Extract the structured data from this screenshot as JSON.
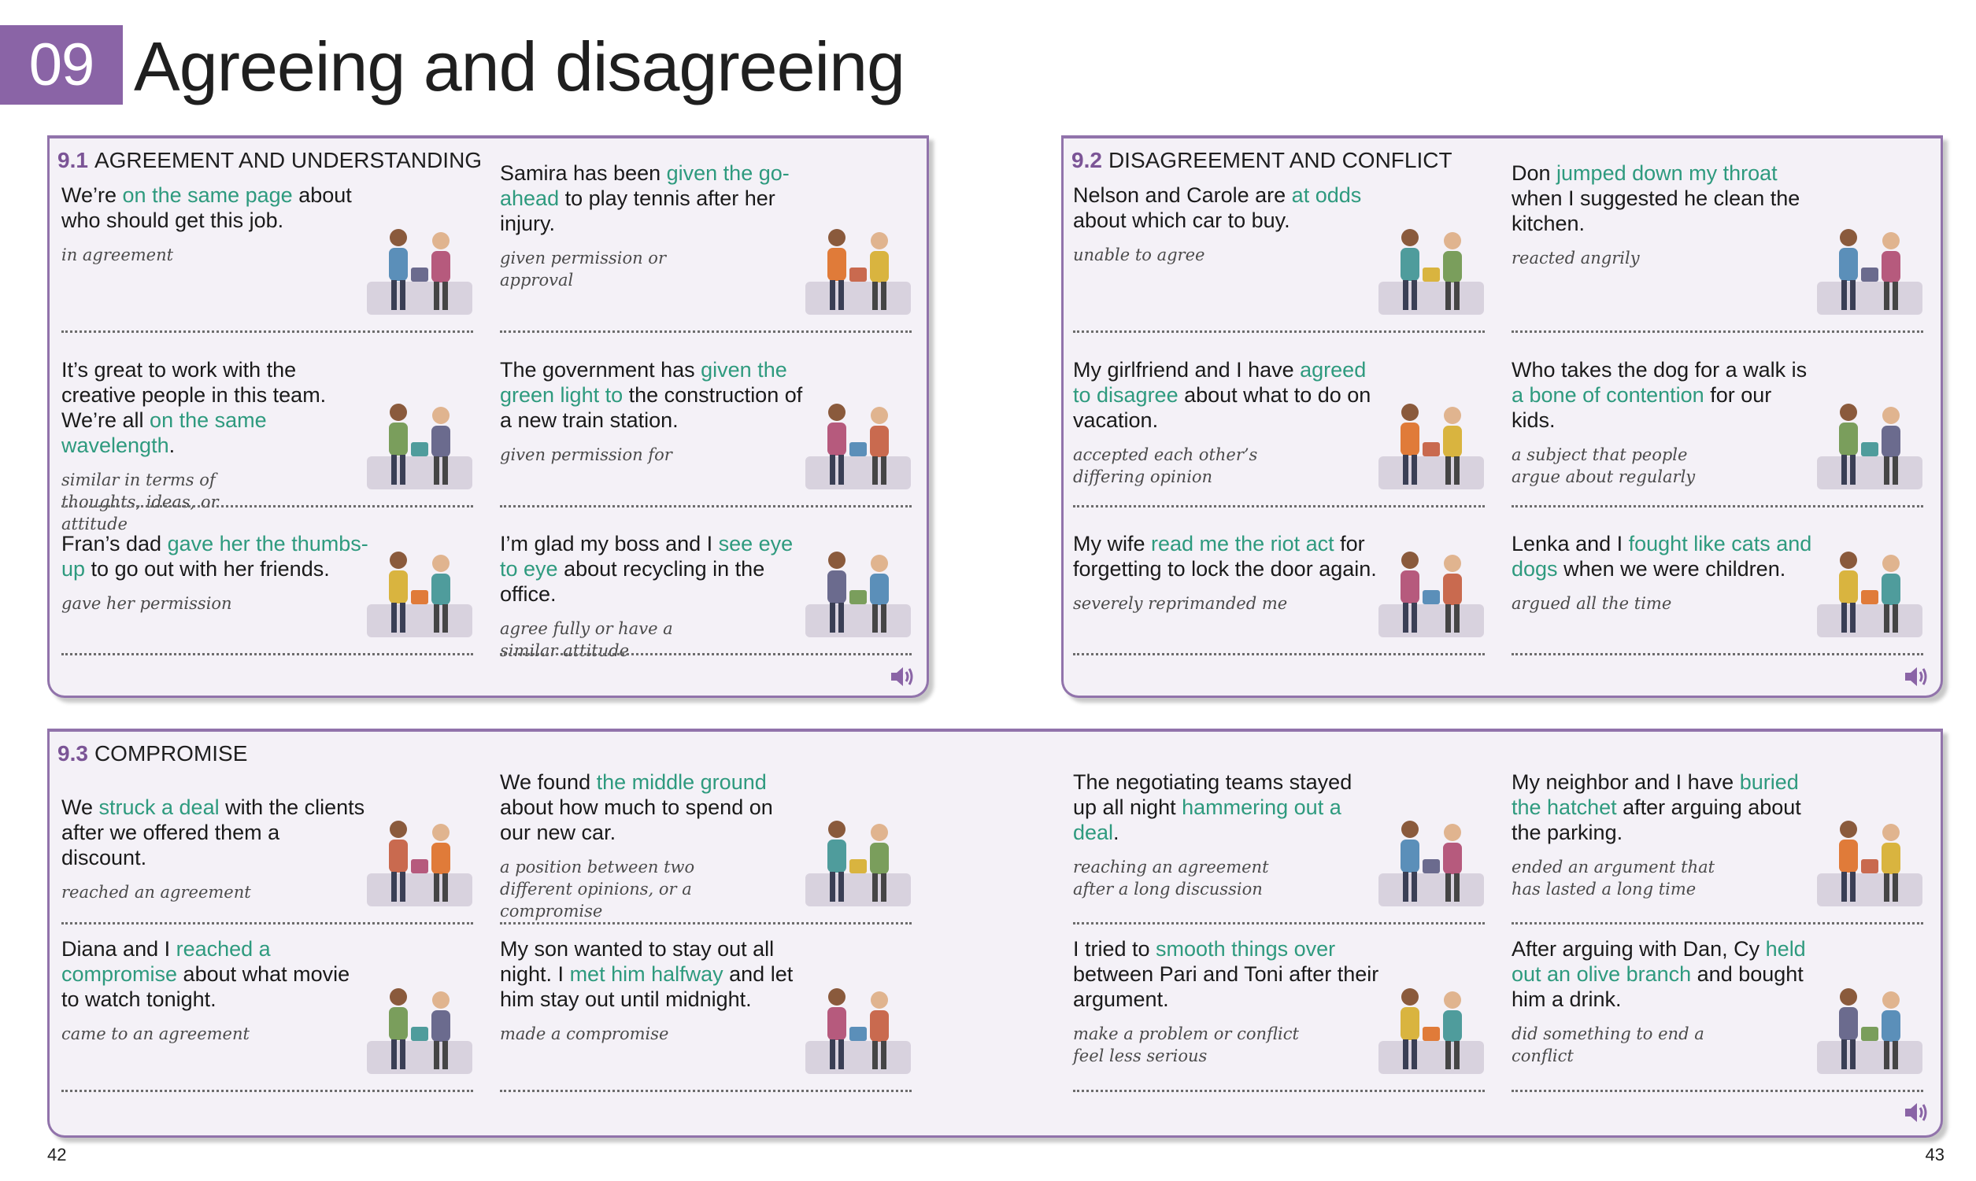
{
  "chapter": {
    "number": "09",
    "title": "Agreeing and disagreeing"
  },
  "panels": [
    {
      "num": "9.1",
      "title": "AGREEMENT AND UNDERSTANDING",
      "entries": [
        {
          "sentence": [
            [
              "We’re ",
              0
            ],
            [
              "on the same page",
              1
            ],
            [
              " about who should get this job.",
              0
            ]
          ],
          "definition": "in agreement"
        },
        {
          "sentence": [
            [
              "Samira has been ",
              0
            ],
            [
              "given the go-ahead",
              1
            ],
            [
              " to play tennis after her injury.",
              0
            ]
          ],
          "definition": "given permission or approval"
        },
        {
          "sentence": [
            [
              "It’s great to work with the creative people in this team. We’re all ",
              0
            ],
            [
              "on the same wavelength",
              1
            ],
            [
              ".",
              0
            ]
          ],
          "definition": "similar in terms of thoughts, ideas, or attitude"
        },
        {
          "sentence": [
            [
              "The government has ",
              0
            ],
            [
              "given the green light to",
              1
            ],
            [
              " the construction of a new train station.",
              0
            ]
          ],
          "definition": "given permission for"
        },
        {
          "sentence": [
            [
              "Fran’s dad ",
              0
            ],
            [
              "gave her the thumbs-up",
              1
            ],
            [
              " to go out with her friends.",
              0
            ]
          ],
          "definition": "gave her permission"
        },
        {
          "sentence": [
            [
              "I’m glad my boss and I ",
              0
            ],
            [
              "see eye to eye",
              1
            ],
            [
              " about recycling in the office.",
              0
            ]
          ],
          "definition": "agree fully or have a similar attitude"
        }
      ]
    },
    {
      "num": "9.2",
      "title": "DISAGREEMENT AND CONFLICT",
      "entries": [
        {
          "sentence": [
            [
              "Nelson and Carole are ",
              0
            ],
            [
              "at odds",
              1
            ],
            [
              " about which car to buy.",
              0
            ]
          ],
          "definition": "unable to agree"
        },
        {
          "sentence": [
            [
              "Don ",
              0
            ],
            [
              "jumped down my throat",
              1
            ],
            [
              " when I suggested he clean the kitchen.",
              0
            ]
          ],
          "definition": "reacted angrily"
        },
        {
          "sentence": [
            [
              "My girlfriend and I have ",
              0
            ],
            [
              "agreed to disagree",
              1
            ],
            [
              " about what to do on vacation.",
              0
            ]
          ],
          "definition": "accepted each other’s differing opinion"
        },
        {
          "sentence": [
            [
              "Who takes the dog for a walk is ",
              0
            ],
            [
              "a bone of contention",
              1
            ],
            [
              " for our kids.",
              0
            ]
          ],
          "definition": "a subject that people argue about regularly"
        },
        {
          "sentence": [
            [
              "My wife ",
              0
            ],
            [
              "read me the riot act",
              1
            ],
            [
              " for forgetting to lock the door again.",
              0
            ]
          ],
          "definition": "severely reprimanded me"
        },
        {
          "sentence": [
            [
              "Lenka and I ",
              0
            ],
            [
              "fought like cats and dogs",
              1
            ],
            [
              " when we were children.",
              0
            ]
          ],
          "definition": "argued all the time"
        }
      ]
    },
    {
      "num": "9.3",
      "title": "COMPROMISE",
      "entries": [
        {
          "sentence": [
            [
              "We ",
              0
            ],
            [
              "struck a deal",
              1
            ],
            [
              " with the clients after we offered them a discount.",
              0
            ]
          ],
          "definition": "reached an agreement"
        },
        {
          "sentence": [
            [
              "We found ",
              0
            ],
            [
              "the middle ground",
              1
            ],
            [
              " about how much to spend on our new car.",
              0
            ]
          ],
          "definition": "a position between two different opinions, or a compromise"
        },
        {
          "sentence": [
            [
              "The negotiating teams stayed up all night ",
              0
            ],
            [
              "hammering out a deal",
              1
            ],
            [
              ".",
              0
            ]
          ],
          "definition": "reaching an agreement after a long discussion"
        },
        {
          "sentence": [
            [
              "My neighbor and I have ",
              0
            ],
            [
              "buried the hatchet",
              1
            ],
            [
              " after arguing about the parking.",
              0
            ]
          ],
          "definition": "ended an argument that has lasted a long time"
        },
        {
          "sentence": [
            [
              "Diana and I ",
              0
            ],
            [
              "reached a compromise",
              1
            ],
            [
              " about what movie to watch tonight.",
              0
            ]
          ],
          "definition": "came to an agreement"
        },
        {
          "sentence": [
            [
              "My son wanted to stay out all night. I ",
              0
            ],
            [
              "met him halfway",
              1
            ],
            [
              " and let him stay out until midnight.",
              0
            ]
          ],
          "definition": "made a compromise"
        },
        {
          "sentence": [
            [
              "I tried to ",
              0
            ],
            [
              "smooth things over",
              1
            ],
            [
              " between Pari and Toni after their argument.",
              0
            ]
          ],
          "definition": "make a problem or conflict feel less serious"
        },
        {
          "sentence": [
            [
              "After arguing with Dan, Cy ",
              0
            ],
            [
              "held out an olive branch",
              1
            ],
            [
              " and bought him a drink.",
              0
            ]
          ],
          "definition": "did something to end a conflict"
        }
      ]
    }
  ],
  "page_numbers": {
    "left": "42",
    "right": "43"
  },
  "colors": {
    "accent_purple": "#8a64a6",
    "highlight_green": "#2e9a7e",
    "panel_bg": "#f4f1f7"
  },
  "icons": {
    "audio": "speaker-icon"
  }
}
